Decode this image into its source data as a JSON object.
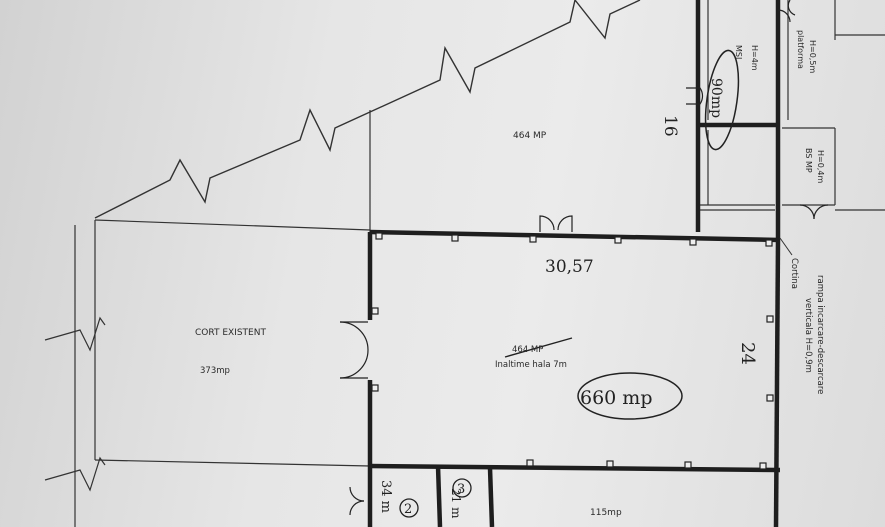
{
  "plan": {
    "area_main_hall_struck": "464 MP",
    "height_note": "Inaltime hala 7m",
    "area_main_hall_hand": "660 mp",
    "area_top": "464 MP",
    "area_cort": "CORT EXISTENT",
    "area_cort_value": "373mp",
    "area_bottom": "115mp",
    "dim_width": "30,57",
    "dim_depth": "24",
    "dim_16": "16",
    "room_msi": "MSI",
    "room_msi_h": "H=4m",
    "room_msi_hand": "90mp",
    "platform_label": "platforma",
    "platform_h": "H=0,5m",
    "room_bs": "BS MP",
    "room_bs_h": "H=0,4m",
    "cortina": "Cortina",
    "ramp_line1": "rampa incarcare-descarcare",
    "ramp_line2": "verticala H=0,9m",
    "room2_num": "2",
    "room2_area": "34 m",
    "room3_num": "3",
    "room3_area": "21 m"
  }
}
